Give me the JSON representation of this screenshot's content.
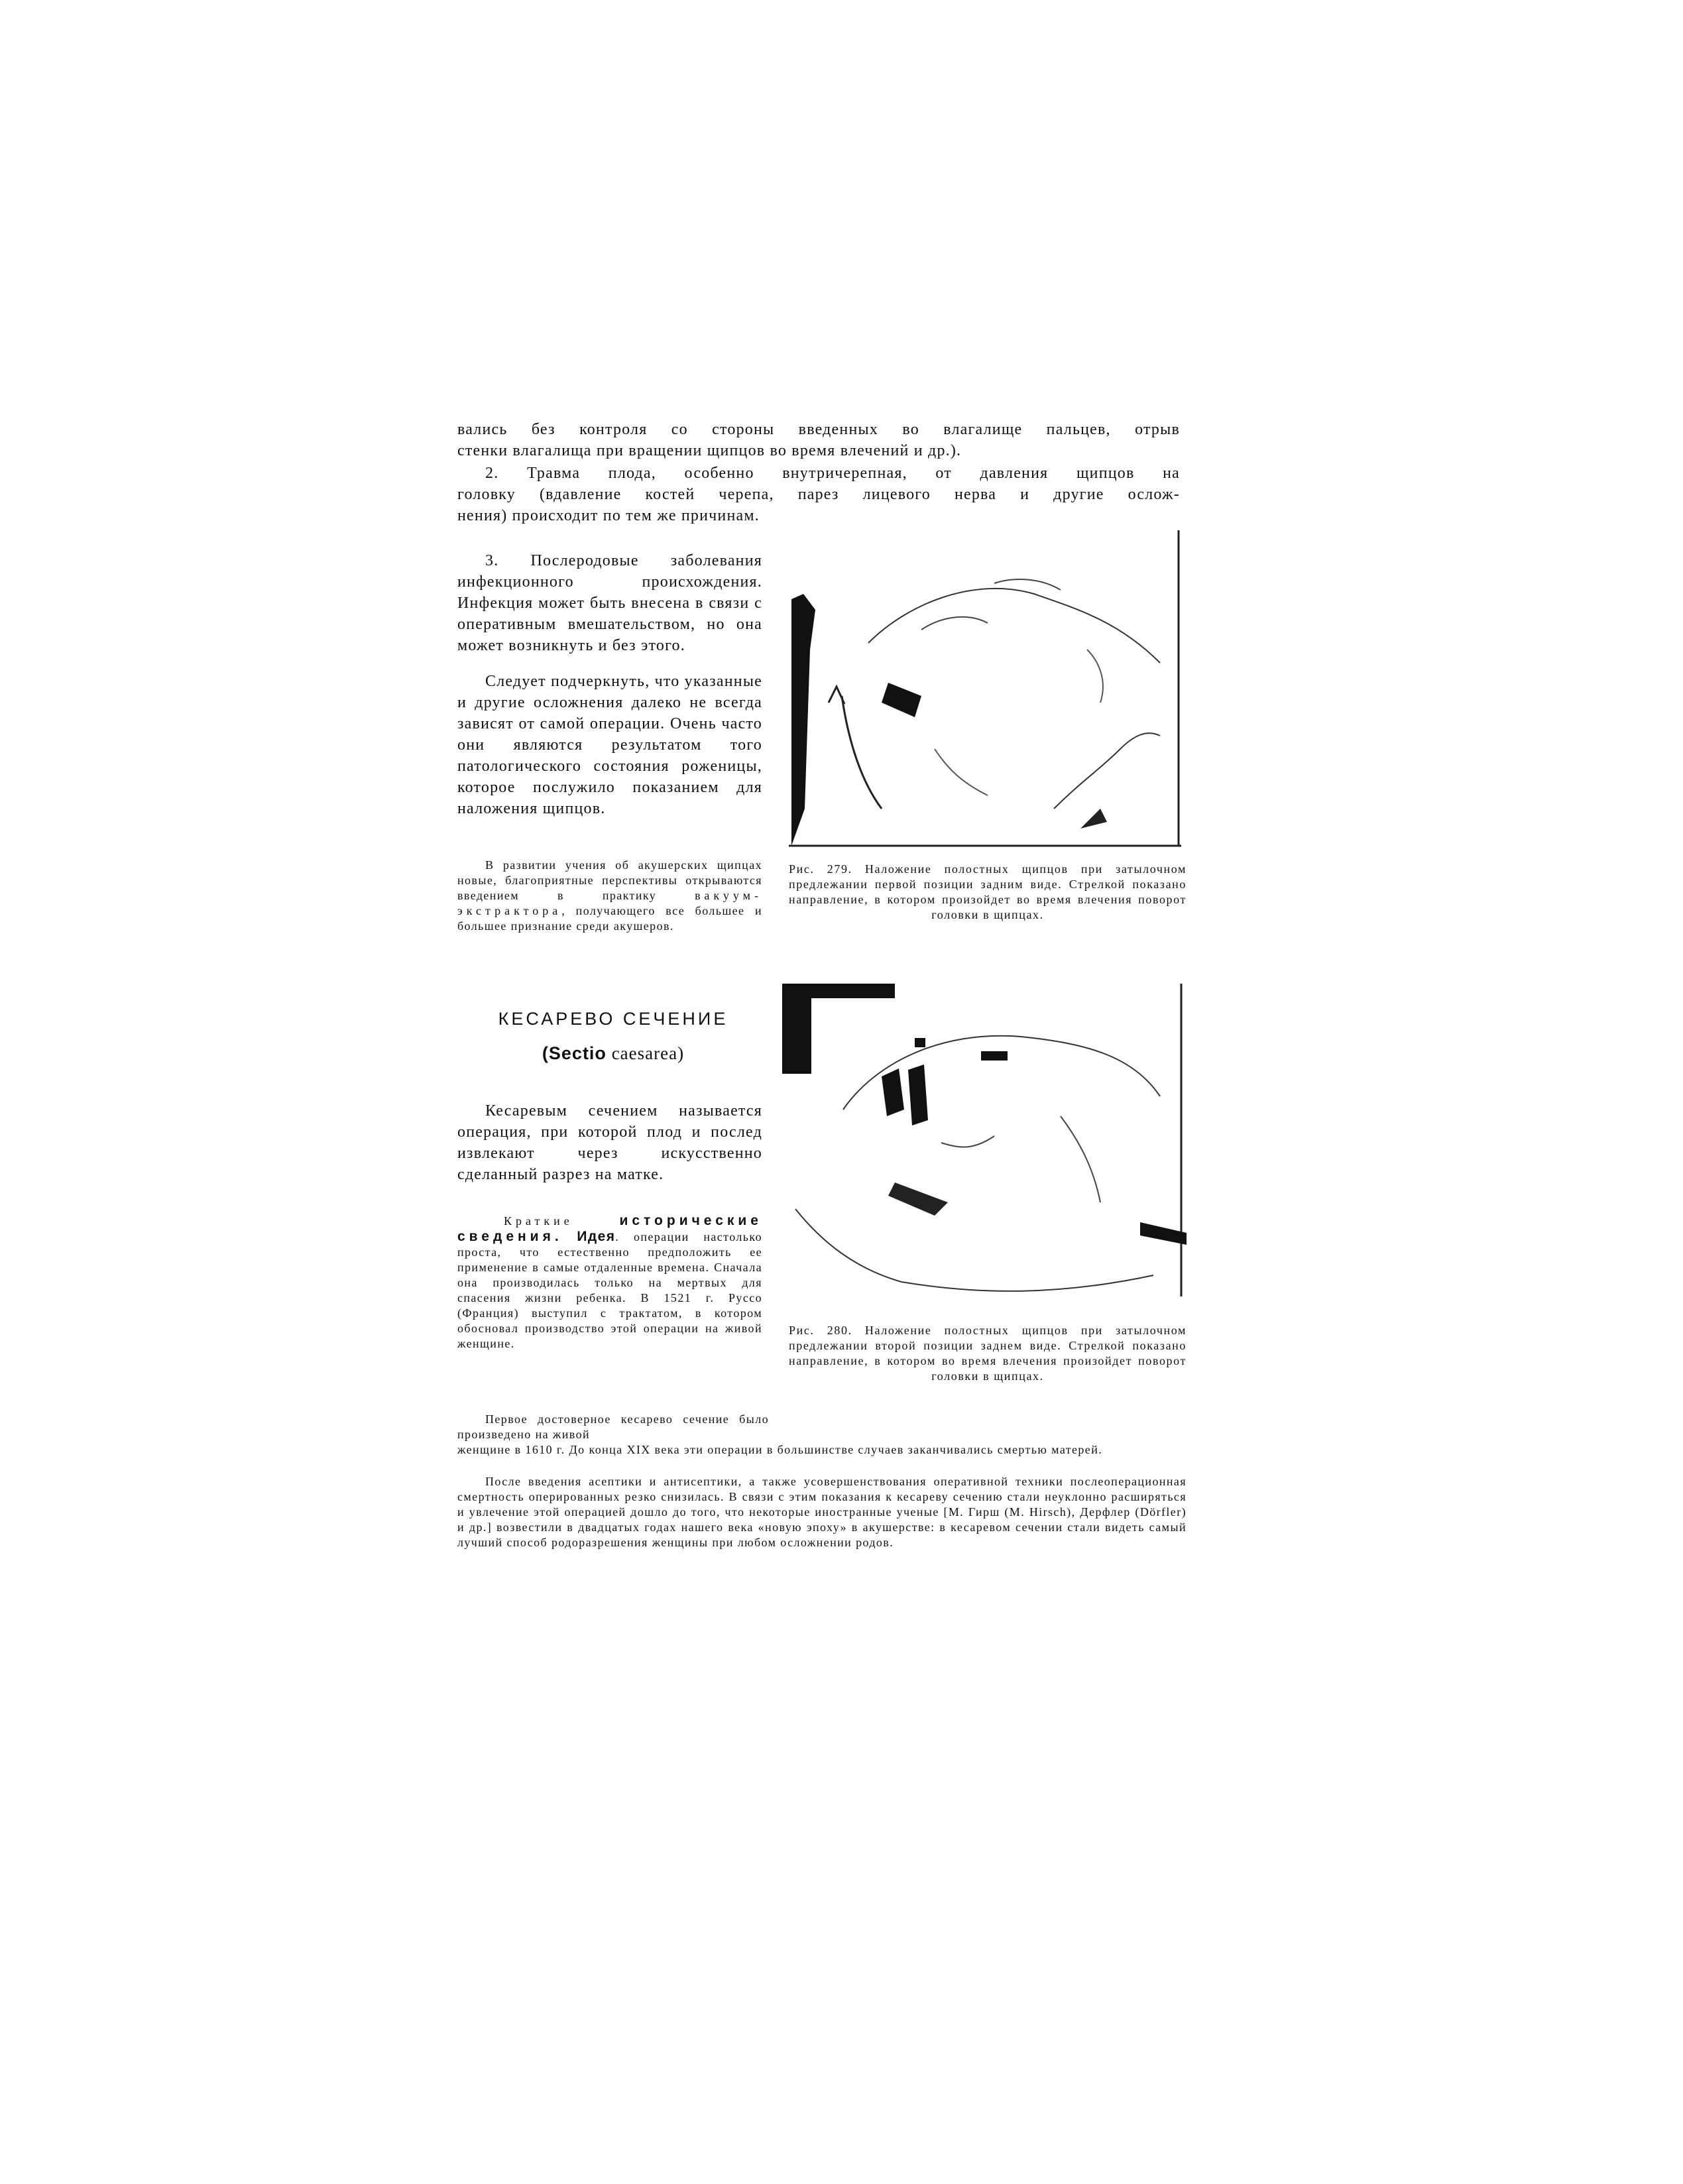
{
  "page": {
    "top_paragraph_lines": [
      "вались без контроля со стороны введенных во влагалище пальцев, отрыв",
      "стенки влагалища при вращении щипцов во время влечений и др.)."
    ],
    "item_2_lines": [
      "2. Травма плода, особенно внутричерепная, от давления щипцов на",
      "головку (вдавление костей черепа, парез лицевого нерва и другие ослож-"
    ],
    "item_2_tail": "нения) происходит по тем же причинам.",
    "item_3": "3. Послеродовые заболевания инфекционного происхождения. Инфекция может быть внесена в связи с оперативным вмешательством, но она может возникнуть и без этого.",
    "emphasis_paragraph": "Следует подчеркнуть, что указанные и другие осложнения далеко не всегда зависят от самой операции. Очень часто они являются результатом того патологического состояния роженицы, которое послужило показанием для наложения щипцов.",
    "vacuum_note": {
      "before": "В развитии учения об акушерских щипцах новые, благоприятные перспективы открываются введением в практику",
      "term": "вакуум-экстрактора",
      "after": ", получающего все большее и большее признание среди акушеров."
    },
    "section_heading": "КЕСАРЕВО СЕЧЕНИЕ",
    "section_subheading_latin_1": "(Sectio",
    "section_subheading_latin_2": "caesarea)",
    "definition": "Кесаревым сечением называется операция, при которой плод и послед извлекают через искусственно сделанный разрез на матке.",
    "history": {
      "label_1": "Краткие",
      "label_2": "исторические сведения.",
      "label_3": "Идея",
      "text": ". операции настолько проста, что естественно предположить ее применение в самые отдаленные времена. Сначала она производилась только на мертвых для спасения жизни ребенка. В 1521 г. Руссо (Франция) выступил с трактатом, в котором обосновал производство этой операции на живой женщине."
    },
    "first_cesarean_1": "Первое достоверное кесарево сечение было произведено на живой",
    "first_cesarean_2": "женщине в 1610 г. До конца XIX века эти операции в большинстве случаев заканчивались смертью матерей.",
    "after_asepsis": "После введения асептики и антисептики, а также усовершенствования оперативной техники послеоперационная смертность оперированных резко снизилась. В связи с этим показания к кесареву сечению стали неуклонно расширяться и увлечение этой операцией дошло до того, что некоторые иностранные ученые [М. Гирш (М. Hirsch), Дерфлер (Dörfler) и др.] возвестили в двадцатых годах нашего века «новую эпоху» в акушерстве: в кесаревом сечении стали видеть самый лучший способ родоразрешения женщины при любом осложнении родов.",
    "figures": [
      {
        "caption": "Рис. 279. Наложение полостных щипцов при затылочном предлежании первой позиции задним виде. Стрелкой показано направление, в котором произойдет во время влечения поворот головки в щипцах."
      },
      {
        "caption": "Рис. 280. Наложение полостных щипцов при затылочном предлежании второй позиции заднем виде. Стрелкой показано направление, в котором во время влечения произойдет поворот головки в щипцах."
      }
    ]
  }
}
